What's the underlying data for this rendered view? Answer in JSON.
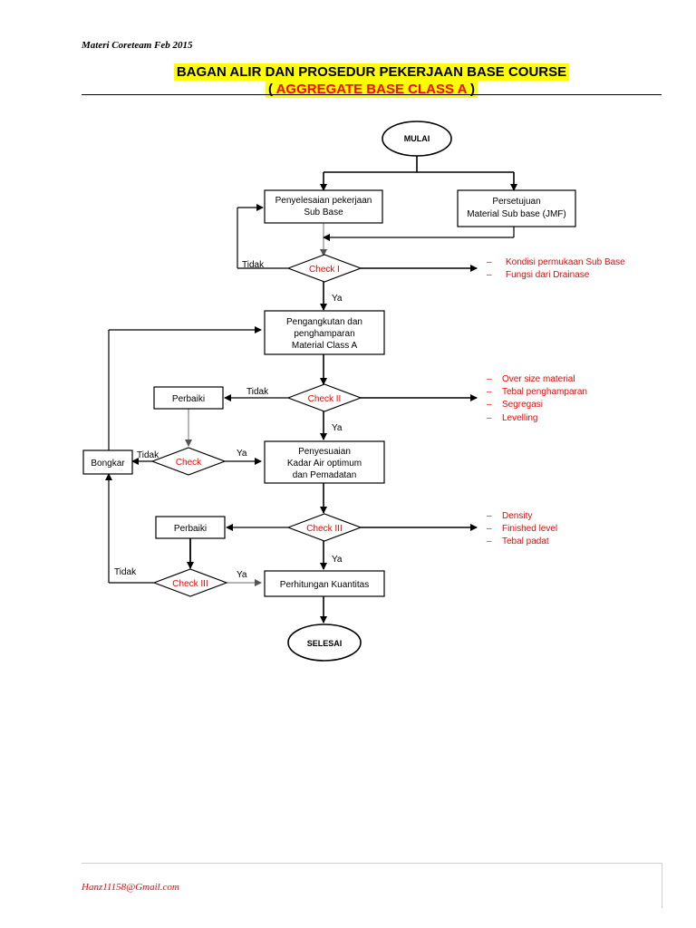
{
  "header": {
    "note": "Materi Coreteam Feb 2015",
    "title_line1": "BAGAN ALIR DAN PROSEDUR PEKERJAAN BASE COURSE",
    "title_line2_open": "( ",
    "title_line2_main": "AGGREGATE BASE CLASS A",
    "title_line2_close": " )"
  },
  "flowchart": {
    "start": "MULAI",
    "end": "SELESAI",
    "box_penyelesaian": [
      "Penyelesaian pekerjaan",
      "Sub Base"
    ],
    "box_persetujuan": [
      "Persetujuan",
      "Material Sub base (JMF)"
    ],
    "box_pengangkutan": [
      "Pengangkutan dan",
      "penghamparan",
      "Material Class A"
    ],
    "box_penyesuaian": [
      "Penyesuaian",
      "Kadar Air optimum",
      "dan Pemadatan"
    ],
    "box_perhitungan": "Perhitungan Kuantitas",
    "box_perbaiki_1": "Perbaiki",
    "box_perbaiki_2": "Perbaiki",
    "box_bongkar": "Bongkar",
    "check_1": "Check I",
    "check_2": "Check II",
    "check_3": "Check III",
    "check_left": "Check",
    "check_left_3": "Check III",
    "label_tidak": "Tidak",
    "label_ya": "Ya",
    "notes_check_1": [
      "Kondisi permukaan Sub Base",
      "Fungsi dari Drainase"
    ],
    "notes_check_2": [
      "Over size material",
      "Tebal penghamparan",
      "Segregasi",
      "Levelling"
    ],
    "notes_check_3": [
      "Density",
      "Finished level",
      "Tebal padat"
    ],
    "bullet": "–"
  },
  "footer": {
    "email": "Hanz11158@Gmail.com"
  },
  "colors": {
    "title_highlight": "#ffff00",
    "accent_red": "#ff0000",
    "line": "#000000",
    "gray_line": "#888888"
  }
}
